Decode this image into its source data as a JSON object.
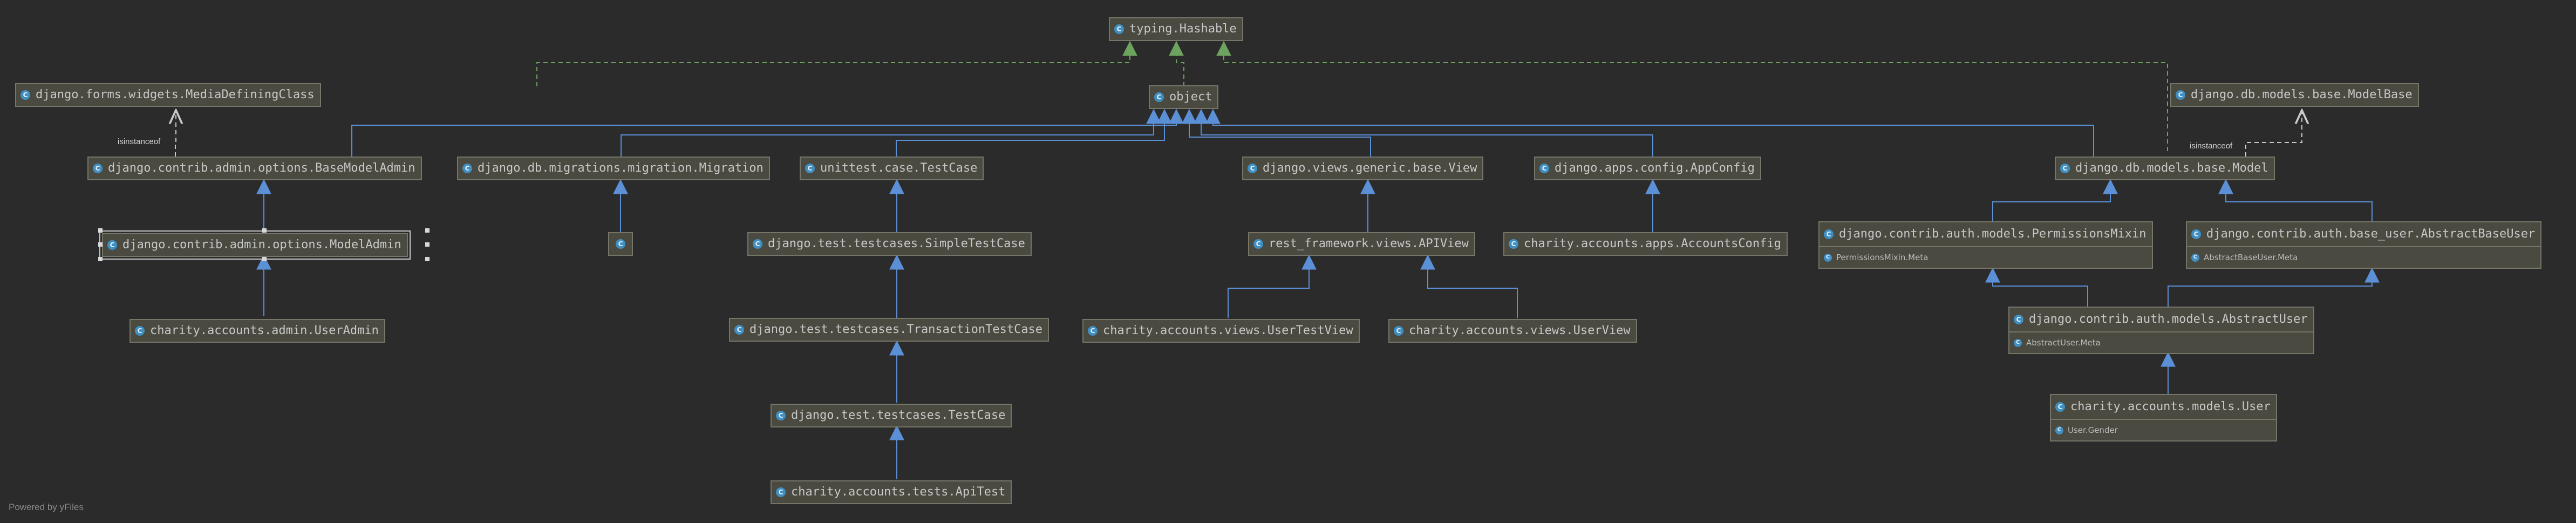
{
  "nodes": {
    "hashable": "typing.Hashable",
    "object": "object",
    "media_defining": "django.forms.widgets.MediaDefiningClass",
    "modelbase": "django.db.models.base.ModelBase",
    "base_model_admin": "django.contrib.admin.options.BaseModelAdmin",
    "migration": "django.db.migrations.migration.Migration",
    "unittest_testcase": "unittest.case.TestCase",
    "generic_view": "django.views.generic.base.View",
    "app_config": "django.apps.config.AppConfig",
    "db_model": "django.db.models.base.Model",
    "model_admin": "django.contrib.admin.options.ModelAdmin",
    "migration_child": "",
    "simple_testcase": "django.test.testcases.SimpleTestCase",
    "apiview": "rest_framework.views.APIView",
    "accounts_config": "charity.accounts.apps.AccountsConfig",
    "permissions_mixin": "django.contrib.auth.models.PermissionsMixin",
    "permissions_mixin_meta": "PermissionsMixin.Meta",
    "abstract_base_user": "django.contrib.auth.base_user.AbstractBaseUser",
    "abstract_base_user_meta": "AbstractBaseUser.Meta",
    "user_admin": "charity.accounts.admin.UserAdmin",
    "transaction_testcase": "django.test.testcases.TransactionTestCase",
    "user_test_view": "charity.accounts.views.UserTestView",
    "user_view": "charity.accounts.views.UserView",
    "abstract_user": "django.contrib.auth.models.AbstractUser",
    "abstract_user_meta": "AbstractUser.Meta",
    "django_testcase": "django.test.testcases.TestCase",
    "user": "charity.accounts.models.User",
    "user_gender": "User.Gender",
    "api_test": "charity.accounts.tests.ApiTest"
  },
  "edge_labels": {
    "isinstanceof_left": "isinstanceof",
    "isinstanceof_right": "isinstanceof"
  },
  "class_icon": "C",
  "footer": "Powered by yFiles",
  "colors": {
    "background": "#2b2b2b",
    "node_fill": "#4a4a40",
    "node_border": "#75756a",
    "inheritance_edge": "#5b8fd6",
    "realization_edge": "#6ca35e",
    "metaclass_edge": "#c9c9c9"
  }
}
